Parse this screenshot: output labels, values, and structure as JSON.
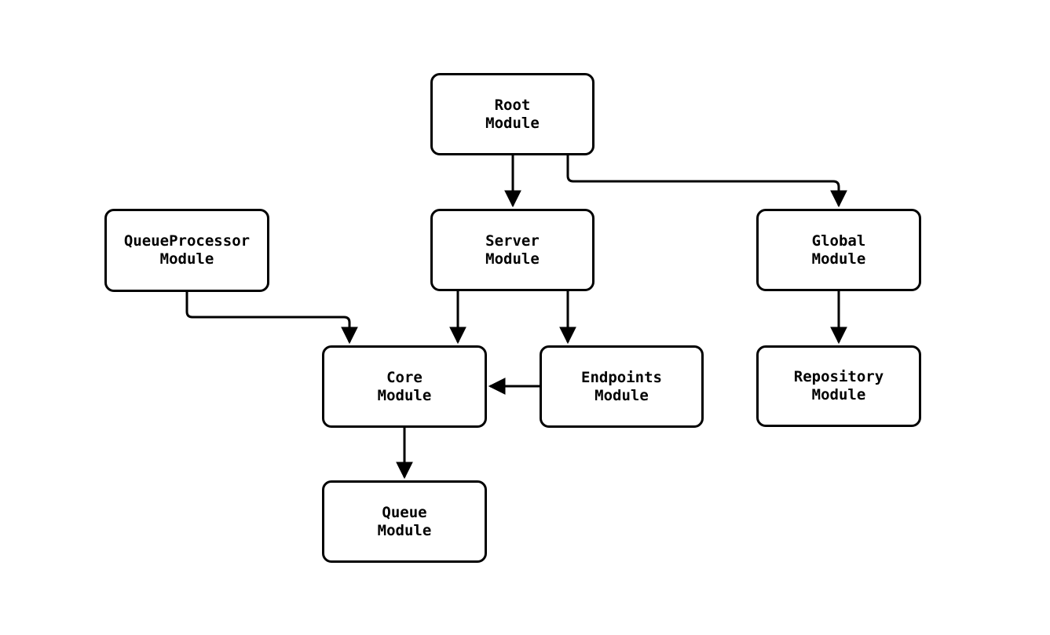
{
  "diagram": {
    "type": "flowchart",
    "colors": {
      "background": "#ffffff",
      "node_fill": "#ffffff",
      "node_border": "#000000",
      "edge_stroke": "#000000",
      "text": "#000000"
    },
    "nodes": {
      "root": {
        "label": "Root\nModule"
      },
      "server": {
        "label": "Server\nModule"
      },
      "queueprocessor": {
        "label": "QueueProcessor\nModule"
      },
      "global": {
        "label": "Global\nModule"
      },
      "core": {
        "label": "Core\nModule"
      },
      "endpoints": {
        "label": "Endpoints\nModule"
      },
      "repository": {
        "label": "Repository\nModule"
      },
      "queue": {
        "label": "Queue\nModule"
      }
    },
    "edges": [
      {
        "from": "Root Module",
        "to": "Server Module"
      },
      {
        "from": "Root Module",
        "to": "Global Module"
      },
      {
        "from": "QueueProcessor Module",
        "to": "Core Module"
      },
      {
        "from": "Server Module",
        "to": "Core Module"
      },
      {
        "from": "Server Module",
        "to": "Endpoints Module"
      },
      {
        "from": "Endpoints Module",
        "to": "Core Module"
      },
      {
        "from": "Global Module",
        "to": "Repository Module"
      },
      {
        "from": "Core Module",
        "to": "Queue Module"
      }
    ]
  }
}
